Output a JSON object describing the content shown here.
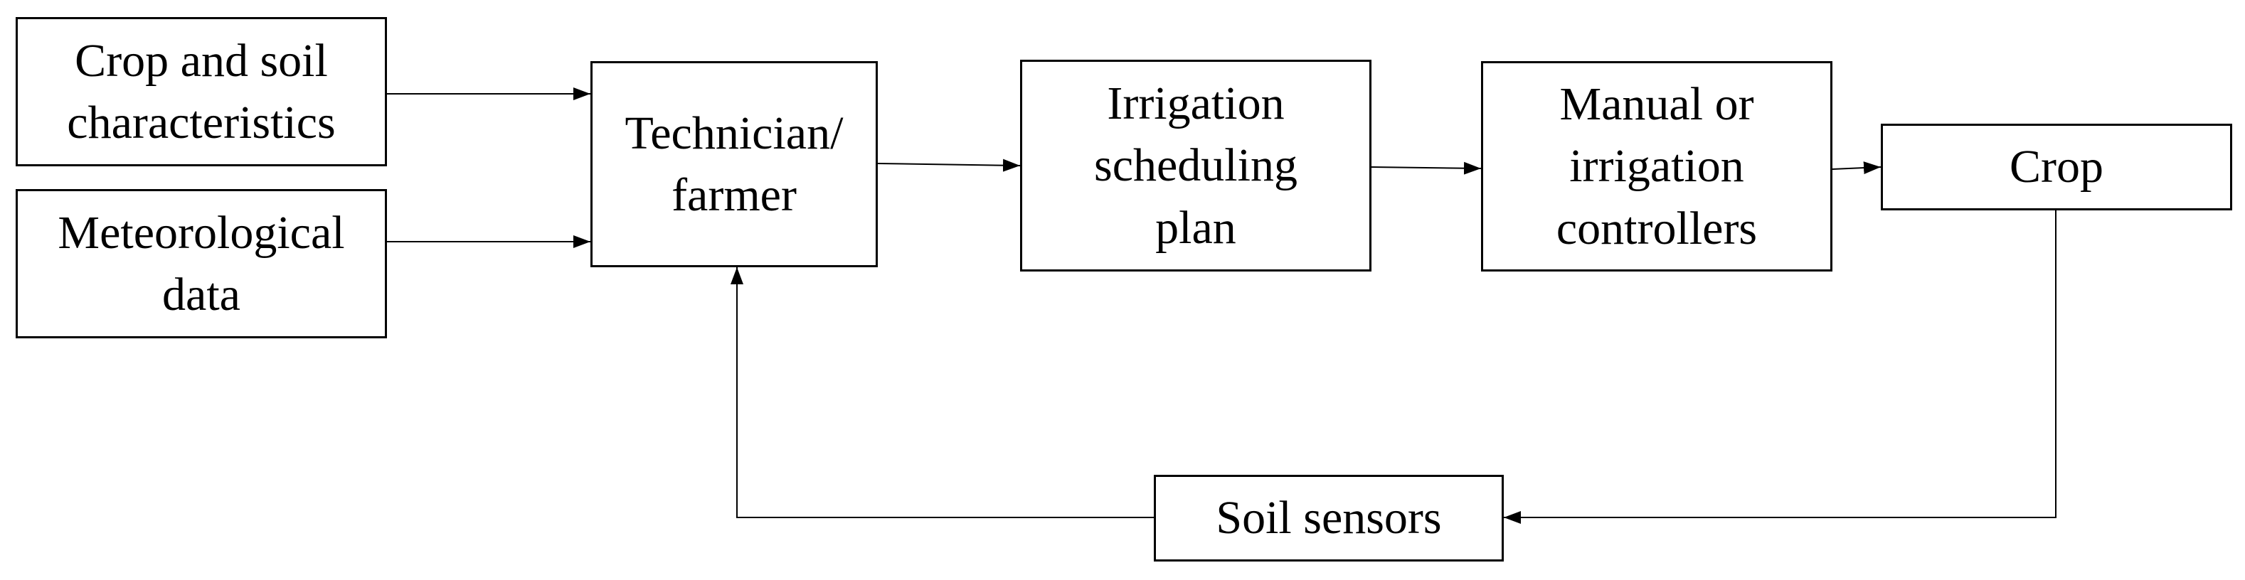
{
  "diagram": {
    "nodes": {
      "crop_soil": "Crop and soil\ncharacteristics",
      "meteo": "Meteorological\ndata",
      "technician": "Technician/\nfarmer",
      "plan": "Irrigation\nscheduling\nplan",
      "manual": "Manual or\nirrigation\ncontrollers",
      "crop": "Crop",
      "sensors": "Soil sensors"
    },
    "edges": [
      {
        "from": "crop_soil",
        "to": "technician"
      },
      {
        "from": "meteo",
        "to": "technician"
      },
      {
        "from": "technician",
        "to": "plan"
      },
      {
        "from": "plan",
        "to": "manual"
      },
      {
        "from": "manual",
        "to": "crop"
      },
      {
        "from": "crop",
        "to": "sensors"
      },
      {
        "from": "sensors",
        "to": "technician"
      }
    ],
    "colors": {
      "line": "#000000",
      "box_border": "#000000",
      "background": "#ffffff"
    }
  }
}
